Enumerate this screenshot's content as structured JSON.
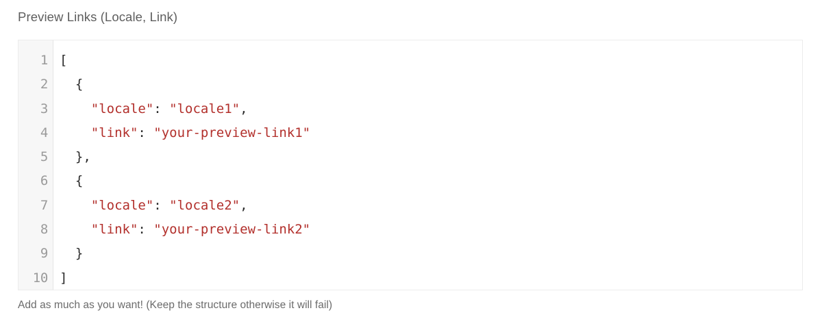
{
  "field": {
    "label": "Preview Links (Locale, Link)",
    "helper_text": "Add as much as you want! (Keep the structure otherwise it will fail)"
  },
  "colors": {
    "label": "#5e5e5e",
    "helper": "#6b6b6b",
    "string": "#b22f2b",
    "punctuation": "#2b2b2b",
    "gutter_bg": "#f7f7f7",
    "gutter_number": "#9a9a9a",
    "editor_border": "#ececec",
    "editor_bg": "#ffffff"
  },
  "editor": {
    "language": "json",
    "line_numbers": [
      "1",
      "2",
      "3",
      "4",
      "5",
      "6",
      "7",
      "8",
      "9",
      "10"
    ],
    "lines": [
      {
        "n": "1",
        "indent": "",
        "segments": [
          {
            "t": "punct",
            "v": "["
          }
        ]
      },
      {
        "n": "2",
        "indent": "  ",
        "segments": [
          {
            "t": "punct",
            "v": "{"
          }
        ]
      },
      {
        "n": "3",
        "indent": "    ",
        "segments": [
          {
            "t": "str",
            "v": "\"locale\""
          },
          {
            "t": "punct",
            "v": ": "
          },
          {
            "t": "str",
            "v": "\"locale1\""
          },
          {
            "t": "punct",
            "v": ","
          }
        ]
      },
      {
        "n": "4",
        "indent": "    ",
        "segments": [
          {
            "t": "str",
            "v": "\"link\""
          },
          {
            "t": "punct",
            "v": ": "
          },
          {
            "t": "str",
            "v": "\"your-preview-link1\""
          }
        ]
      },
      {
        "n": "5",
        "indent": "  ",
        "segments": [
          {
            "t": "punct",
            "v": "},"
          }
        ]
      },
      {
        "n": "6",
        "indent": "  ",
        "segments": [
          {
            "t": "punct",
            "v": "{"
          }
        ]
      },
      {
        "n": "7",
        "indent": "    ",
        "segments": [
          {
            "t": "str",
            "v": "\"locale\""
          },
          {
            "t": "punct",
            "v": ": "
          },
          {
            "t": "str",
            "v": "\"locale2\""
          },
          {
            "t": "punct",
            "v": ","
          }
        ]
      },
      {
        "n": "8",
        "indent": "    ",
        "segments": [
          {
            "t": "str",
            "v": "\"link\""
          },
          {
            "t": "punct",
            "v": ": "
          },
          {
            "t": "str",
            "v": "\"your-preview-link2\""
          }
        ]
      },
      {
        "n": "9",
        "indent": "  ",
        "segments": [
          {
            "t": "punct",
            "v": "}"
          }
        ]
      },
      {
        "n": "10",
        "indent": "",
        "segments": [
          {
            "t": "punct",
            "v": "]"
          }
        ]
      }
    ],
    "raw_value": "[\n  {\n    \"locale\": \"locale1\",\n    \"link\": \"your-preview-link1\"\n  },\n  {\n    \"locale\": \"locale2\",\n    \"link\": \"your-preview-link2\"\n  }\n]"
  }
}
